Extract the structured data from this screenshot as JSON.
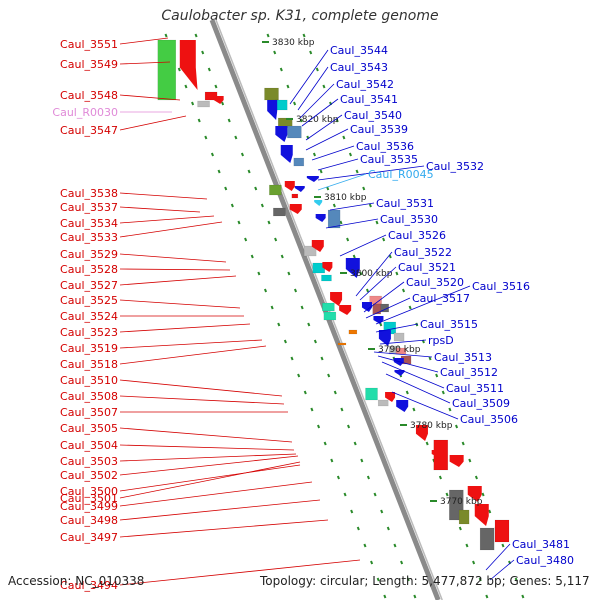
{
  "title": "Caulobacter sp. K31, complete genome",
  "footer": {
    "accession": "Accession: NC_010338",
    "summary": "Topology: circular; Length: 5,477,872 bp; Genes: 5,117"
  },
  "colors": {
    "left_label": "#d40000",
    "right_label": "#0000cc",
    "rna_left": "#e08ad8",
    "rna_right": "#33aaee",
    "backbone": "#8a8a8a"
  },
  "ticks": [
    "3830 kbp",
    "3820 kbp",
    "3810 kbp",
    "3800 kbp",
    "3790 kbp",
    "3780 kbp",
    "3770 kbp"
  ],
  "left_labels": [
    "Caul_3551",
    "Caul_3549",
    "Caul_3548",
    "Caul_R0030",
    "Caul_3547",
    "Caul_3538",
    "Caul_3537",
    "Caul_3534",
    "Caul_3533",
    "Caul_3529",
    "Caul_3528",
    "Caul_3527",
    "Caul_3525",
    "Caul_3524",
    "Caul_3523",
    "Caul_3519",
    "Caul_3518",
    "Caul_3510",
    "Caul_3508",
    "Caul_3507",
    "Caul_3505",
    "Caul_3504",
    "Caul_3503",
    "Caul_3502",
    "Caul_3501",
    "Caul_3500",
    "Caul_3499",
    "Caul_3498",
    "Caul_3497",
    "Caul_3494"
  ],
  "right_labels": [
    "Caul_3544",
    "Caul_3543",
    "Caul_3542",
    "Caul_3541",
    "Caul_3540",
    "Caul_3539",
    "Caul_3536",
    "Caul_3535",
    "Caul_3532",
    "Caul_R0045",
    "Caul_3531",
    "Caul_3530",
    "Caul_3526",
    "Caul_3522",
    "Caul_3521",
    "Caul_3520",
    "Caul_3516",
    "Caul_3517",
    "Caul_3515",
    "rpsD",
    "Caul_3513",
    "Caul_3512",
    "Caul_3511",
    "Caul_3509",
    "Caul_3506",
    "Caul_3481",
    "Caul_3480"
  ]
}
